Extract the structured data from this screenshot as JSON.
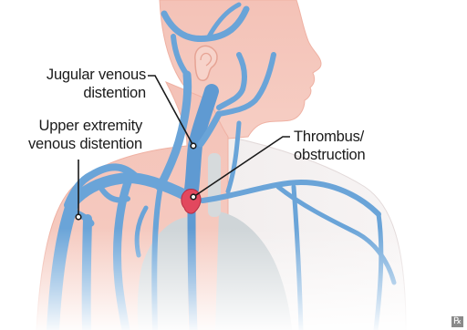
{
  "labels": {
    "jugular": "Jugular venous\ndistention",
    "upper_extremity": "Upper extremity\nvenous distention",
    "thrombus": "Thrombus/\nobstruction"
  },
  "watermark": "℞",
  "colors": {
    "skin": "#f3b9ad",
    "skin_light": "#f9ddd6",
    "vein": "#6aa4d8",
    "vein_dark": "#4f8cc6",
    "lung": "#cfd4d6",
    "thrombus": "#e2485e",
    "leader": "#1a1a1a"
  }
}
